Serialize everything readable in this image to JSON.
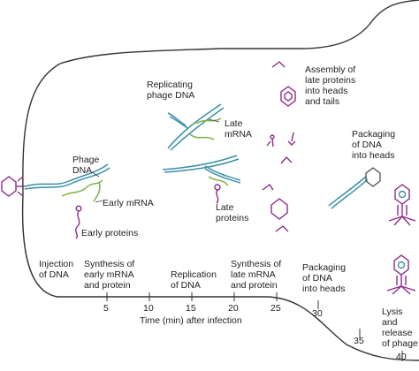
{
  "labels": {
    "replicating": "Replicating\nphage DNA",
    "late_mrna": "Late\nmRNA",
    "assembly": "Assembly of\nlate proteins\ninto heads\nand tails",
    "packaging": "Packaging\nof DNA\ninto heads",
    "phage_dna": "Phage\nDNA",
    "early_mrna": "Early mRNA",
    "early_proteins": "Early proteins",
    "late_proteins": "Late\nproteins"
  },
  "stages": [
    "Injection\nof DNA",
    "Synthesis of\nearly mRNA\nand protein",
    "Replication\nof DNA",
    "Synthesis of\nlate mRNA\nand protein",
    "Packaging\nof DNA\ninto heads",
    "Lysis and\nrelease\nof phage"
  ],
  "axis": {
    "title": "Time (min) after infection",
    "ticks": [
      "5",
      "10",
      "15",
      "20",
      "25",
      "30",
      "35",
      "40"
    ]
  },
  "colors": {
    "dna": "#3a8fa8",
    "mrna": "#7cb342",
    "protein": "#8e2c8a",
    "cell": "#333333"
  }
}
